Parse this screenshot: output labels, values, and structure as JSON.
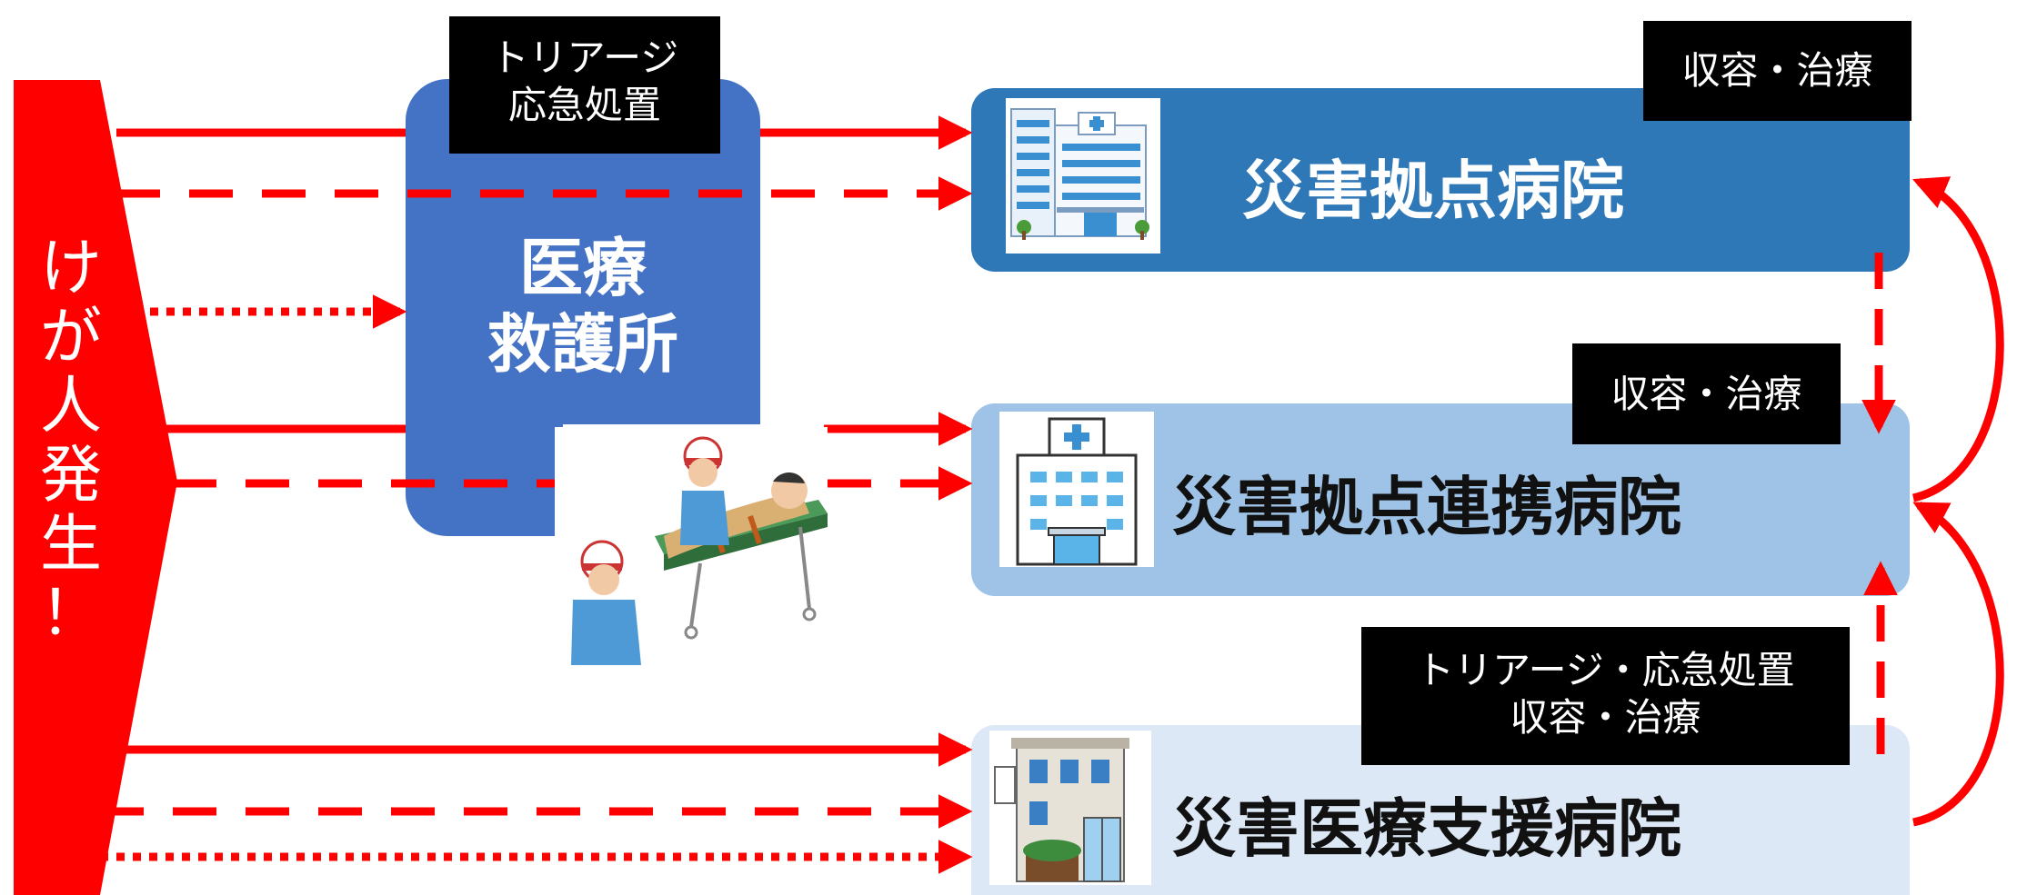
{
  "injury": {
    "chars": [
      "け",
      "が",
      "人",
      "発",
      "生",
      "！"
    ]
  },
  "aid_post": {
    "title_lines": [
      "医療",
      "救護所"
    ],
    "label_lines": [
      "トリアージ",
      "応急処置"
    ]
  },
  "hospitals": {
    "main": {
      "title": "災害拠点病院",
      "label": "収容・治療"
    },
    "link": {
      "title": "災害拠点連携病院",
      "label": "収容・治療"
    },
    "support": {
      "title": "災害医療支援病院",
      "label_lines": [
        "トリアージ・応急処置",
        "収容・治療"
      ]
    }
  },
  "icons": {
    "main_hospital": "large-hospital-icon",
    "link_hospital": "hospital-building-icon",
    "support_hospital": "clinic-building-icon",
    "stretcher": "stretcher-rescue-icon"
  },
  "colors": {
    "arrow": "#ff0000",
    "main_hospital": "#2f78b8",
    "link_hospital": "#9fc3e6",
    "support_hospital": "#dce8f5",
    "aid_post": "#4472c4",
    "label_bg": "#000000"
  }
}
